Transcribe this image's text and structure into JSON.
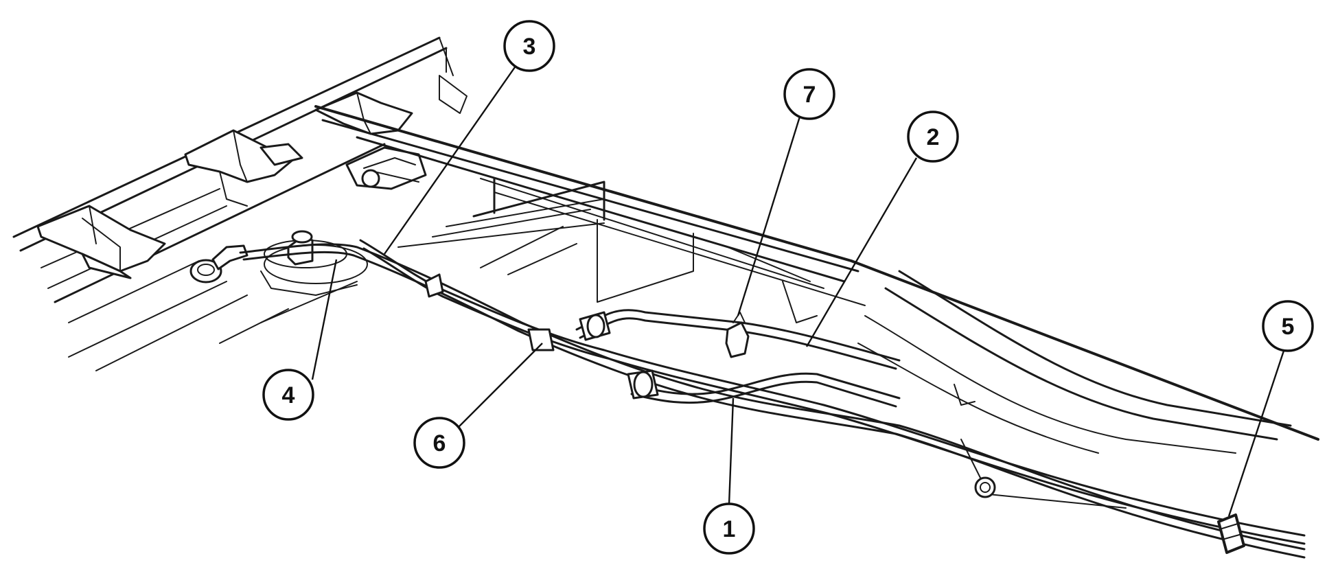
{
  "colors": {
    "ink": "#111111",
    "background": "#ffffff"
  },
  "callouts": [
    {
      "id": "c1",
      "label": "1"
    },
    {
      "id": "c2",
      "label": "2"
    },
    {
      "id": "c3",
      "label": "3"
    },
    {
      "id": "c4",
      "label": "4"
    },
    {
      "id": "c5",
      "label": "5"
    },
    {
      "id": "c6",
      "label": "6"
    },
    {
      "id": "c7",
      "label": "7"
    }
  ]
}
